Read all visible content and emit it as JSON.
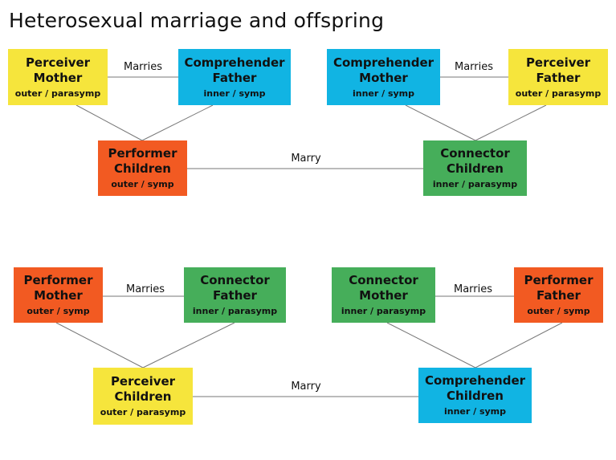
{
  "title": "Heterosexual marriage and offspring",
  "colors": {
    "perceiver": "#f6e53c",
    "comprehender": "#11b4e3",
    "performer": "#f25a22",
    "connector": "#46ae5a",
    "line": "#777777"
  },
  "diagrams": [
    {
      "left_mother": {
        "role": "Perceiver",
        "member": "Mother",
        "traits": "outer / parasymp"
      },
      "left_father": {
        "role": "Comprehender",
        "member": "Father",
        "traits": "inner / symp"
      },
      "right_mother": {
        "role": "Comprehender",
        "member": "Mother",
        "traits": "inner / symp"
      },
      "right_father": {
        "role": "Perceiver",
        "member": "Father",
        "traits": "outer / parasymp"
      },
      "left_child": {
        "role": "Performer",
        "member": "Children",
        "traits": "outer / symp"
      },
      "right_child": {
        "role": "Connector",
        "member": "Children",
        "traits": "inner / parasymp"
      },
      "marries_left": "Marries",
      "marries_right": "Marries",
      "marry": "Marry"
    },
    {
      "left_mother": {
        "role": "Performer",
        "member": "Mother",
        "traits": "outer / symp"
      },
      "left_father": {
        "role": "Connector",
        "member": "Father",
        "traits": "inner / parasymp"
      },
      "right_mother": {
        "role": "Connector",
        "member": "Mother",
        "traits": "inner / parasymp"
      },
      "right_father": {
        "role": "Performer",
        "member": "Father",
        "traits": "outer / symp"
      },
      "left_child": {
        "role": "Perceiver",
        "member": "Children",
        "traits": "outer / parasymp"
      },
      "right_child": {
        "role": "Comprehender",
        "member": "Children",
        "traits": "inner / symp"
      },
      "marries_left": "Marries",
      "marries_right": "Marries",
      "marry": "Marry"
    }
  ]
}
